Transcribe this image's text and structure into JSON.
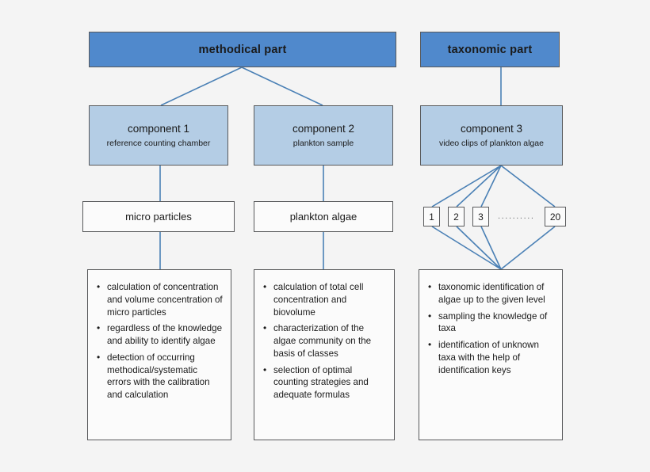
{
  "canvas": {
    "background": "#f4f4f4",
    "line_color": "#4a80b5",
    "header_fill": "#5089cc",
    "component_fill": "#b4cde5",
    "box_fill": "#fbfbfb",
    "border_color": "#58595b"
  },
  "headers": [
    {
      "id": "methodical",
      "label": "methodical part"
    },
    {
      "id": "taxonomic",
      "label": "taxonomic part"
    }
  ],
  "components": [
    {
      "id": "component-1",
      "title": "component 1",
      "subtitle": "reference counting chamber"
    },
    {
      "id": "component-2",
      "title": "component 2",
      "subtitle": "plankton sample"
    },
    {
      "id": "component-3",
      "title": "component 3",
      "subtitle": "video clips of plankton algae"
    }
  ],
  "subjects": [
    {
      "id": "micro-particles",
      "label": "micro particles"
    },
    {
      "id": "plankton-algae",
      "label": "plankton algae"
    }
  ],
  "clips": {
    "boxes": [
      "1",
      "2",
      "3",
      "20"
    ],
    "ellipsis": ".........."
  },
  "outcomes": [
    {
      "id": "outcome-1",
      "items": [
        "calculation of concentration and volume concentration of micro particles",
        "regardless of the knowledge and ability to identify algae",
        "detection of occurring methodical/systematic errors with the calibration and calculation"
      ]
    },
    {
      "id": "outcome-2",
      "items": [
        "calculation of total cell concentration and biovolume",
        "characterization of the algae community on the basis of classes",
        "selection of optimal counting strategies and adequate formulas"
      ]
    },
    {
      "id": "outcome-3",
      "items": [
        "taxonomic identification of algae up to the given level",
        "sampling the knowledge of taxa",
        "identification of unknown taxa with the help of identification keys"
      ]
    }
  ]
}
